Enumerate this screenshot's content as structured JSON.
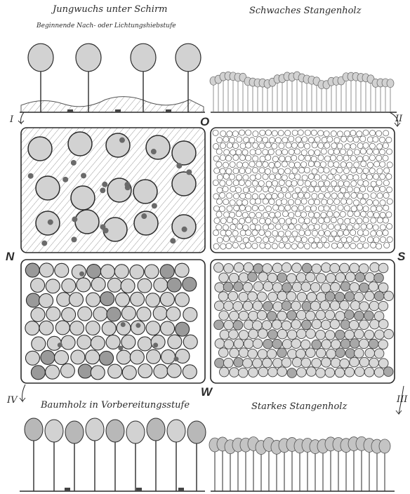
{
  "panels": {
    "top_left": {
      "title": "Jungwuchs unter Schirm",
      "subtitle": "Beginnende Nach- oder Lichtungshiebstufe"
    },
    "top_right": {
      "title": "Schwaches Stangenholz"
    },
    "bottom_left": {
      "title": "Baumholz in Vorbereitungsstufe"
    },
    "bottom_right": {
      "title": "Starkes Stangenholz"
    }
  },
  "compass": {
    "north": "N",
    "east": "O",
    "south": "S",
    "west": "W"
  },
  "stage_markers": [
    "I",
    "II",
    "III",
    "IV"
  ],
  "colors": {
    "ink": "#2a2a2a",
    "crown_fill": "#d2d2d2",
    "crown_dark": "#8c8c8c",
    "small_tree": "#6a6a6a",
    "hatch": "#9a9a9a"
  }
}
